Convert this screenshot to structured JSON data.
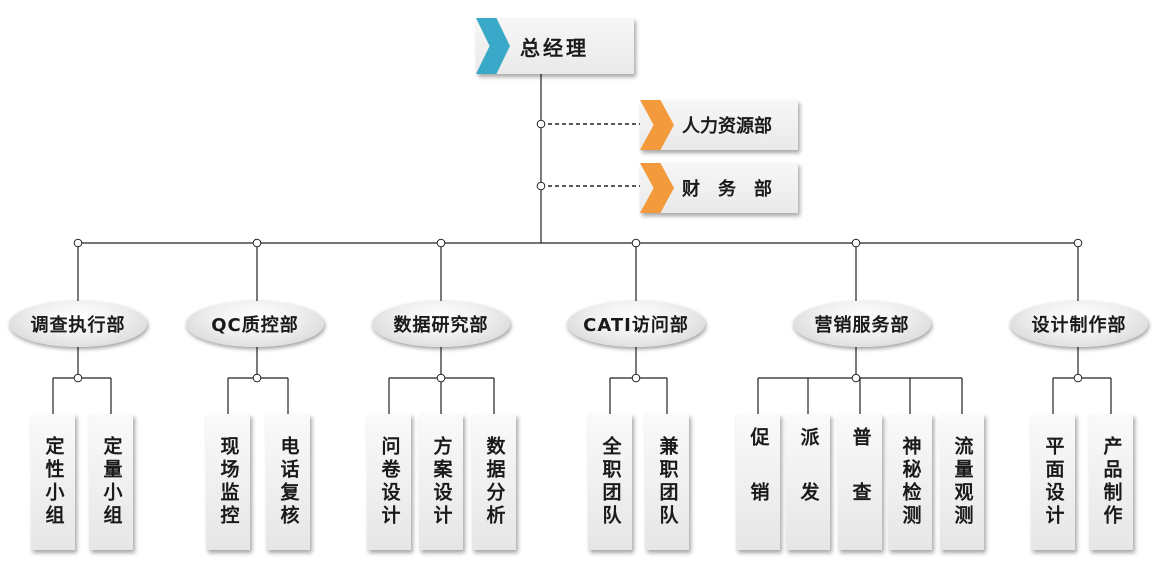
{
  "colors": {
    "ceo_chevron": "#3aa8c8",
    "staff_chevron": "#f39a3c",
    "line": "#222222"
  },
  "ceo": {
    "label": "总经理",
    "icon": "chevron-right-icon"
  },
  "staff": [
    {
      "label": "人力资源部"
    },
    {
      "label": "财　务　部"
    }
  ],
  "departments": [
    {
      "label": "调查执行部",
      "units": [
        "定性小组",
        "定量小组"
      ]
    },
    {
      "label": "QC质控部",
      "units": [
        "现场监控",
        "电话复核"
      ]
    },
    {
      "label": "数据研究部",
      "units": [
        "问卷设计",
        "方案设计",
        "数据分析"
      ]
    },
    {
      "label": "CATI访问部",
      "units": [
        "全职团队",
        "兼职团队"
      ]
    },
    {
      "label": "营销服务部",
      "units": [
        "促销",
        "派发",
        "普查",
        "神秘检测",
        "流量观测"
      ]
    },
    {
      "label": "设计制作部",
      "units": [
        "平面设计",
        "产品制作"
      ]
    }
  ]
}
